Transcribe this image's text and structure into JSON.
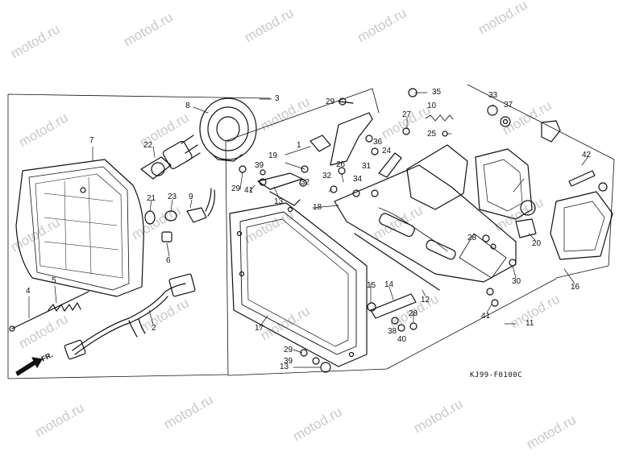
{
  "diagram": {
    "drawing_code": "KJ99-F0100C",
    "front_marker": "FR.",
    "watermark": "motod.ru",
    "callouts": [
      "1",
      "2",
      "3",
      "4",
      "5",
      "6",
      "7",
      "8",
      "9",
      "10",
      "11",
      "12",
      "13",
      "14",
      "15",
      "16",
      "17",
      "18",
      "19",
      "20",
      "21",
      "22",
      "23",
      "24",
      "25",
      "26",
      "27",
      "28",
      "29",
      "30",
      "31",
      "32",
      "33",
      "34",
      "35",
      "36",
      "37",
      "38",
      "39",
      "40",
      "41",
      "42"
    ]
  }
}
